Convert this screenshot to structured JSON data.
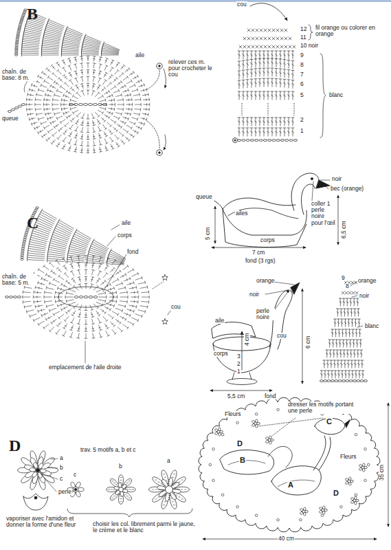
{
  "diagram": {
    "labels": [
      "B",
      "chaîn. de base: 8 m.",
      "queue",
      "aile",
      "relever ces m. pour crocheter le cou",
      "cou",
      "12",
      "fil orange ou colorer en orange",
      "11",
      "10 noir",
      "9",
      "8",
      "7",
      "6",
      "5",
      "blanc",
      "2",
      "1",
      "queue",
      "ailes",
      "5 cm",
      "corps",
      "noir",
      "bec (orange)",
      "coller 1 perle noire pour l'œil",
      "6,5 cm",
      "7 cm",
      "fond (3 rgs)",
      "C",
      "aile",
      "corps",
      "fond",
      "chaîn. de base: 5 m.",
      "cou",
      "emplacement de l'aile droite",
      "orange",
      "noir",
      "perle noire",
      "aile",
      "4 cm",
      "corps",
      "3",
      "2",
      "1",
      "cou",
      "6 cm",
      "5,5 cm",
      "fond",
      "9",
      "8",
      "orange",
      "noir",
      "blanc",
      "D",
      "a",
      "b",
      "c",
      "perle",
      "vaporiser avec l'amidon et donner la forme d'une fleur",
      "trav. 5 motifs a, b et c",
      "c",
      "b",
      "a",
      "choisir les col. librement parmi le jaune, le crème et le blanc",
      "Fleurs",
      "D",
      "dresser les motifs portant une perle",
      "C",
      "B",
      "A",
      "Fleurs",
      "D",
      "35 cm",
      "40 cm"
    ]
  }
}
